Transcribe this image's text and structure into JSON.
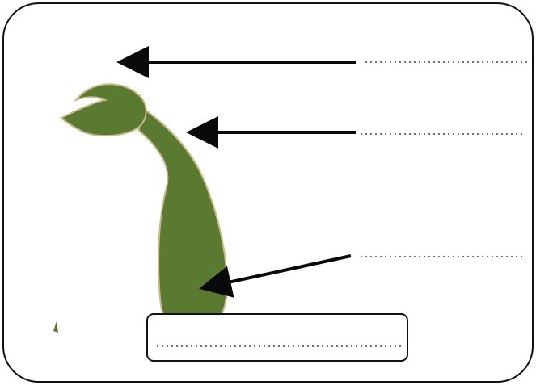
{
  "diagram": {
    "subject": "seedling",
    "colors": {
      "plant_fill": "#5A7A32",
      "plant_edge": "#C9B98A",
      "arrow": "#0A0A0A",
      "frame_stroke": "#111111",
      "dotted_line": "#444444"
    },
    "labels": [
      {
        "id": "label-1",
        "text": ""
      },
      {
        "id": "label-2",
        "text": ""
      },
      {
        "id": "label-3",
        "text": ""
      },
      {
        "id": "label-4",
        "text": ""
      }
    ]
  }
}
